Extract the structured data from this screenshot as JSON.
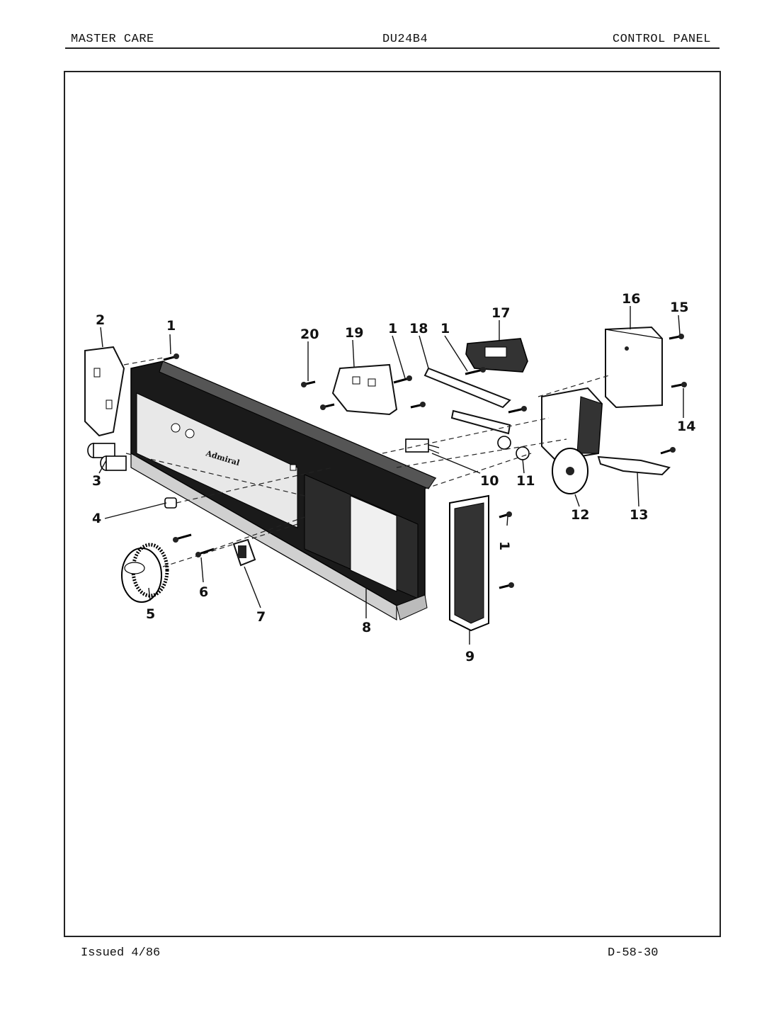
{
  "header": {
    "left": "MASTER CARE",
    "center": "DU24B4",
    "right": "CONTROL PANEL"
  },
  "footer": {
    "left": "Issued 4/86",
    "right": "D-58-30"
  },
  "panel": {
    "brand": "Admiral"
  },
  "callouts": {
    "p1a": "1",
    "p1b": "1",
    "p1c": "1",
    "p1d": "1",
    "p2": "2",
    "p3": "3",
    "p4": "4",
    "p5": "5",
    "p6": "6",
    "p7": "7",
    "p8": "8",
    "p9": "9",
    "p10": "10",
    "p11": "11",
    "p12": "12",
    "p13": "13",
    "p14": "14",
    "p15": "15",
    "p16": "16",
    "p17": "17",
    "p18": "18",
    "p19": "19",
    "p20": "20"
  }
}
